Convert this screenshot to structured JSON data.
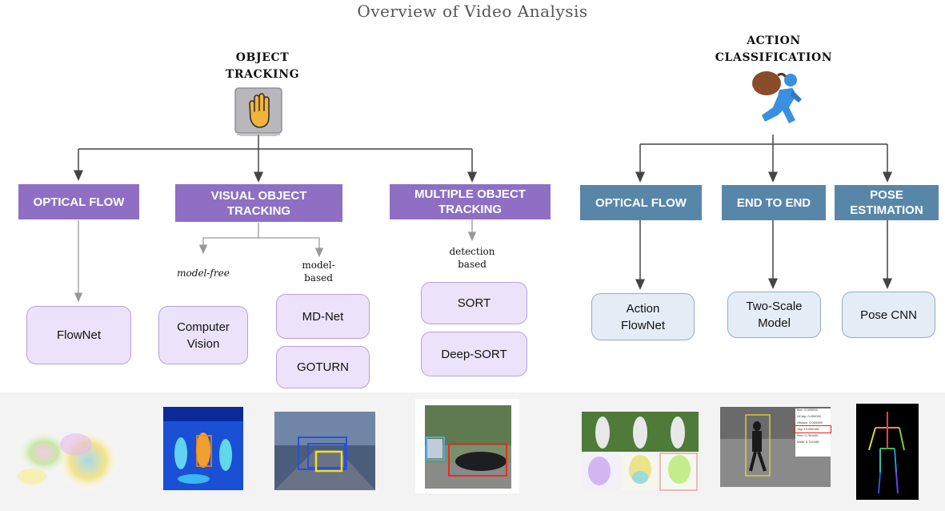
{
  "title": "Overview of Video Analysis",
  "object_tracking": {
    "title_line1": "OBJECT",
    "title_line2": "TRACKING",
    "icon": "hand-icon",
    "branches": {
      "optical_flow": {
        "label": "OPTICAL FLOW",
        "leaf": "FlowNet"
      },
      "visual_object_tracking": {
        "label_line1": "VISUAL OBJECT",
        "label_line2": "TRACKING",
        "model_free_note": "model-free",
        "model_based_note_line1": "model-",
        "model_based_note_line2": "based",
        "leaf_cv_line1": "Computer",
        "leaf_cv_line2": "Vision",
        "leaf_mdnet": "MD-Net",
        "leaf_goturn": "GOTURN"
      },
      "multiple_object_tracking": {
        "label_line1": "MULTIPLE OBJECT",
        "label_line2": "TRACKING",
        "note_line1": "detection",
        "note_line2": "based",
        "leaf_sort": "SORT",
        "leaf_deepsort": "Deep-SORT"
      }
    }
  },
  "action_classification": {
    "title_line1": "ACTION",
    "title_line2": "CLASSIFICATION",
    "icon": "person-carrying-sack-icon",
    "branches": {
      "optical_flow": {
        "label": "OPTICAL FLOW",
        "leaf_line1": "Action",
        "leaf_line2": "FlowNet"
      },
      "end_to_end": {
        "label": "END TO END",
        "leaf_line1": "Two-Scale",
        "leaf_line2": "Model"
      },
      "pose_estimation": {
        "label_line1": "POSE",
        "label_line2": "ESTIMATION",
        "leaf": "Pose CNN"
      }
    }
  },
  "colors": {
    "object_tracking_header": "#8e6fc4",
    "action_header": "#5886a9",
    "object_tracking_leaf": "#ece3fb",
    "action_leaf": "#e4edf6"
  },
  "example_images": {
    "pose_table_labels": [
      "Box: 0.000000",
      "HClap: 0.000000",
      "HWave: 0.000000",
      "Jog: 13.652166",
      "Run: 0.769430",
      "Walk: 0.701086"
    ]
  }
}
